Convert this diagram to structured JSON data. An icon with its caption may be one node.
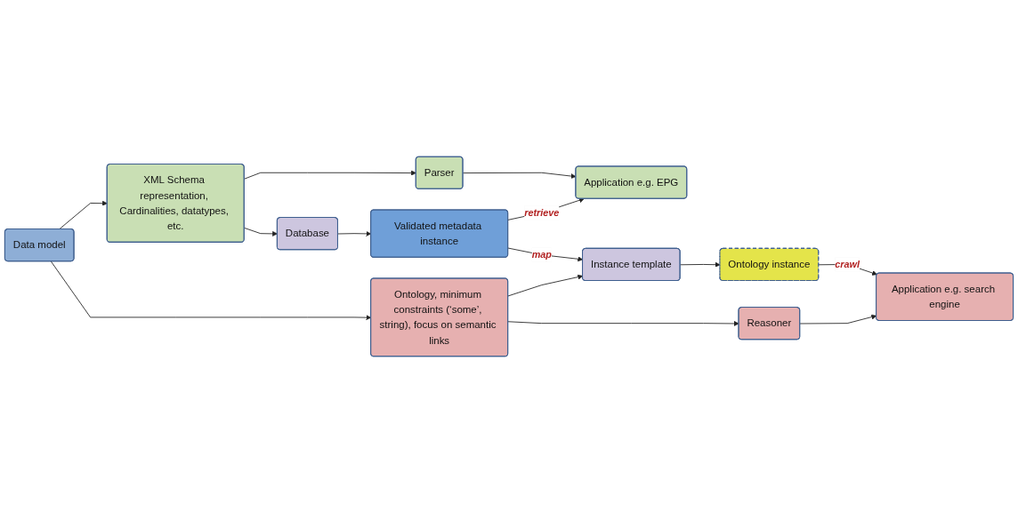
{
  "diagram": {
    "nodes": [
      {
        "text": [
          "Parser"
        ]
      },
      {
        "text": [
          "Application e.g. EPG"
        ]
      },
      {
        "text": [
          "XML Schema representation, Cardinalities, datatypes, etc."
        ]
      },
      {
        "text": [
          "Database"
        ]
      },
      {
        "text": [
          "Validated metadata instance"
        ]
      },
      {
        "text": [
          "Data model"
        ]
      },
      {
        "text": [
          "Ontology, minimum constraints (‘some’, string), focus on semantic links"
        ]
      },
      {
        "text": [
          "Instance template"
        ]
      },
      {
        "text": [
          "Ontology instance"
        ]
      },
      {
        "text": [
          "Reasoner"
        ]
      },
      {
        "text": [
          "Application e.g. search engine"
        ]
      }
    ],
    "edges": [
      {
        "from": 2,
        "to": 0,
        "arrow": "to"
      },
      {
        "from": 0,
        "to": 1,
        "arrow": "to"
      },
      {
        "from": 2,
        "to": 3,
        "arrow": "to"
      },
      {
        "from": 3,
        "to": 4,
        "arrow": "to"
      },
      {
        "from": 4,
        "to": 1,
        "arrow": "to",
        "label": "retrieve"
      },
      {
        "from": 5,
        "to": 2,
        "arrow": "to"
      },
      {
        "from": 5,
        "to": 6,
        "arrow": "to"
      },
      {
        "from": 4,
        "to": 7,
        "arrow": "to",
        "label": "map"
      },
      {
        "from": 6,
        "to": 7,
        "arrow": "to"
      },
      {
        "from": 7,
        "to": 8,
        "arrow": "to"
      },
      {
        "from": 8,
        "to": 10,
        "arrow": "to",
        "label": "crawl"
      },
      {
        "from": 6,
        "to": 9,
        "arrow": "to"
      },
      {
        "from": 9,
        "to": 10,
        "arrow": "to"
      }
    ]
  }
}
